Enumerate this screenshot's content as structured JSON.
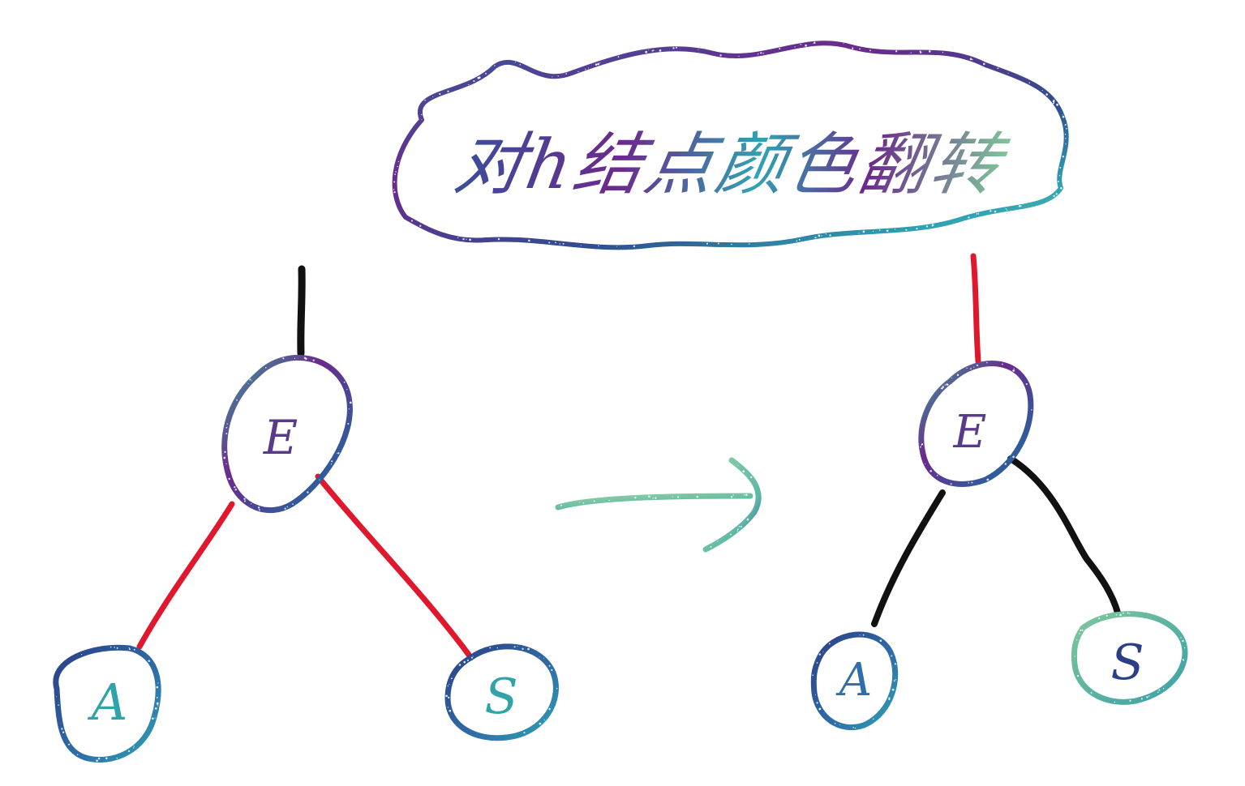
{
  "title": "对h结点颜色翻转",
  "before": {
    "node_top": "E",
    "node_left": "A",
    "node_right": "S",
    "edge_top_color": "black",
    "edge_left_color": "red",
    "edge_right_color": "red"
  },
  "after": {
    "node_top": "E",
    "node_left": "A",
    "node_right": "S",
    "edge_top_color": "red",
    "edge_left_color": "black",
    "edge_right_color": "black"
  },
  "colors": {
    "red_link": "#e0182d",
    "black_link": "#111111",
    "galaxy_blue": "#2f5d9c",
    "galaxy_purple": "#6b2a8c",
    "galaxy_teal": "#2fa3b3",
    "galaxy_green": "#7fc79a"
  }
}
